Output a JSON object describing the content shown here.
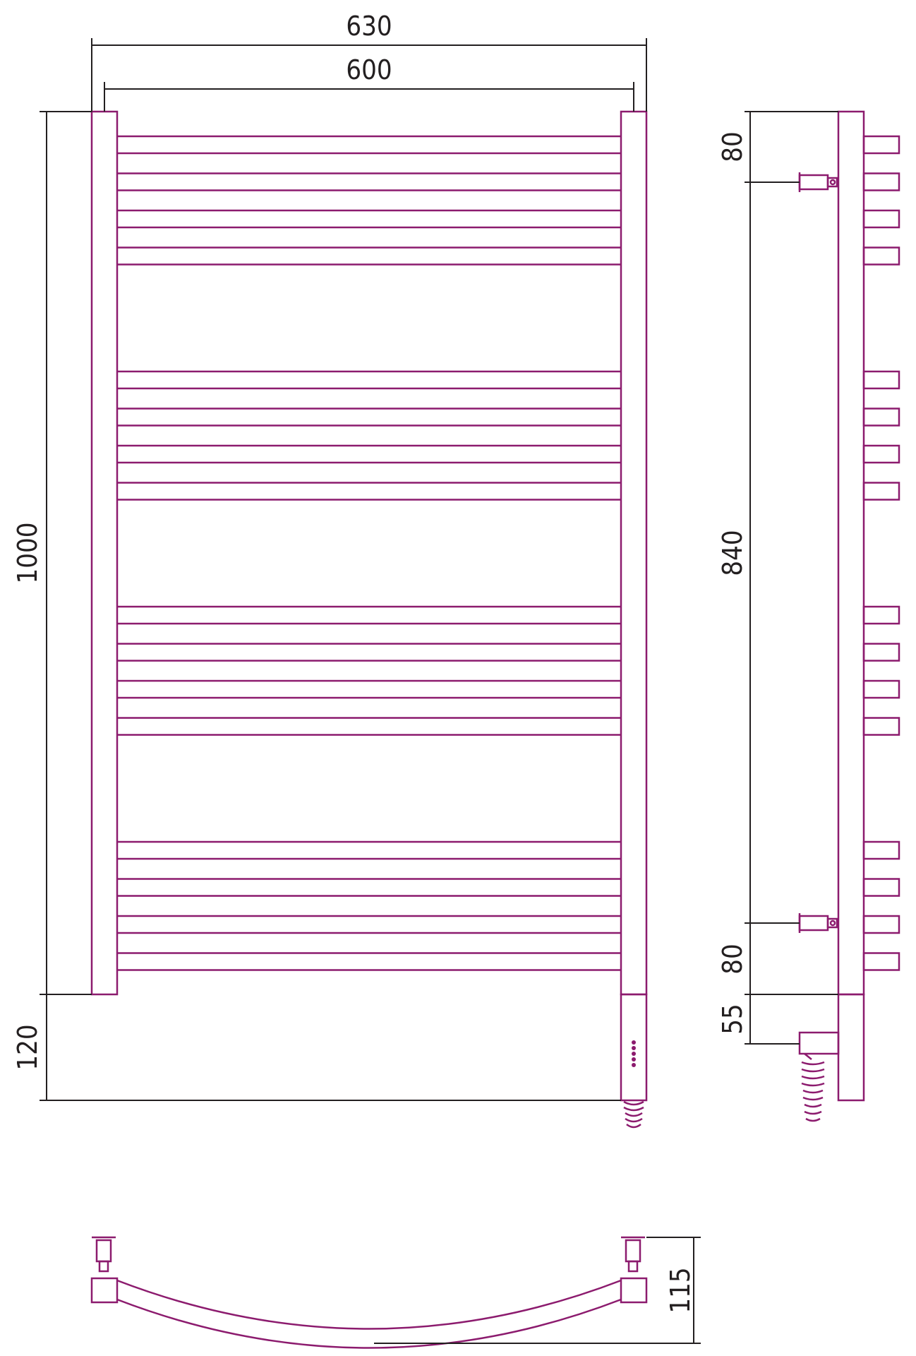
{
  "colors": {
    "product": "#8c1b6e",
    "dimension": "#231f20",
    "background": "#ffffff"
  },
  "dimensions": {
    "overall_width": "630",
    "center_distance": "600",
    "height": "1000",
    "bottom_extension": "120",
    "top_offset": "80",
    "connection_distance": "840",
    "bottom_offset": "80",
    "heater_offset": "55",
    "depth": "115"
  },
  "crossbars": {
    "groups": 4,
    "pairs_per_group": 4
  }
}
